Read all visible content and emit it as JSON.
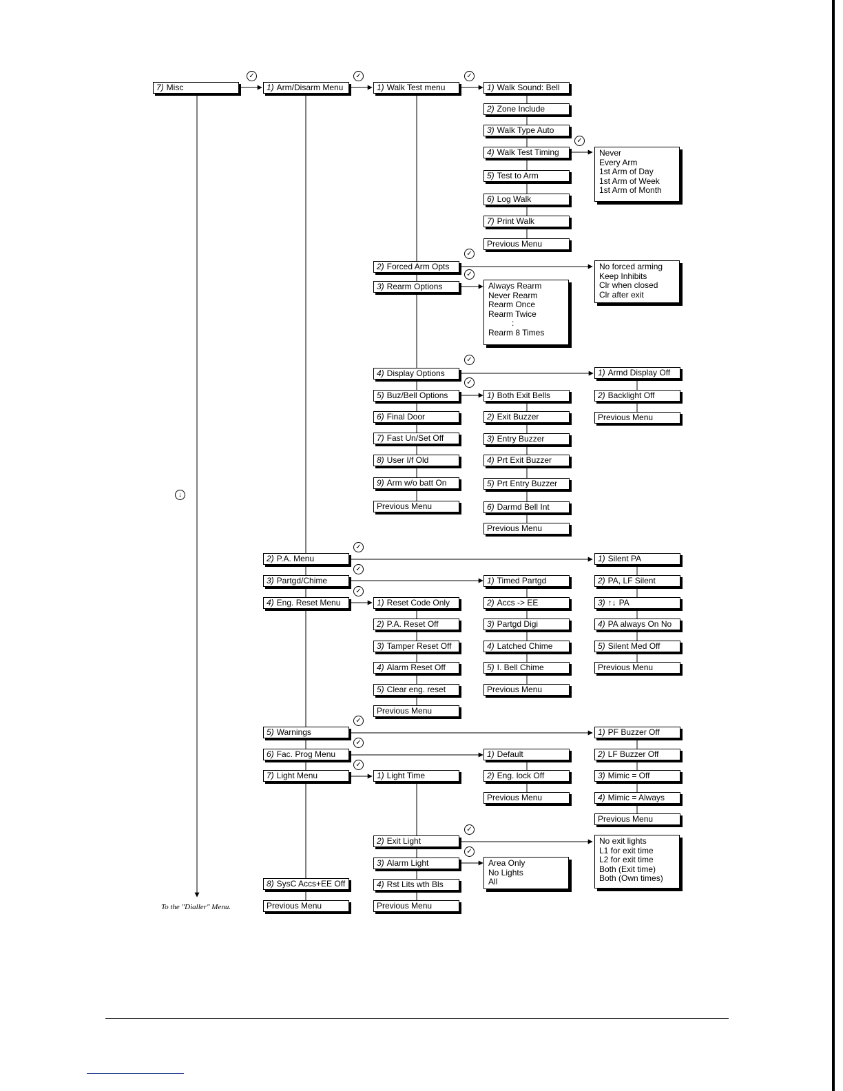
{
  "page": {
    "footer_note": "To the \"Dialler\" Menu.",
    "check_glyph": "✓",
    "down_glyph": "↓"
  },
  "boxes": {
    "misc": {
      "num": "7)",
      "text": "Misc"
    },
    "arm_disarm": {
      "num": "1)",
      "text": "Arm/Disarm Menu"
    },
    "walk_test": {
      "num": "1)",
      "text": "Walk Test menu"
    },
    "walk_sound": {
      "num": "1)",
      "text": "Walk Sound: Bell"
    },
    "zone_include": {
      "num": "2)",
      "text": "Zone Include"
    },
    "walk_type": {
      "num": "3)",
      "text": "Walk Type Auto"
    },
    "walk_timing": {
      "num": "4)",
      "text": "Walk Test Timing"
    },
    "test_to_arm": {
      "num": "5)",
      "text": "Test to Arm"
    },
    "log_walk": {
      "num": "6)",
      "text": "Log Walk"
    },
    "print_walk": {
      "num": "7)",
      "text": "Print Walk"
    },
    "walk_prev": {
      "num": "",
      "text": "Previous Menu"
    },
    "forced_arm": {
      "num": "2)",
      "text": "Forced Arm Opts"
    },
    "rearm_opts": {
      "num": "3)",
      "text": "Rearm Options"
    },
    "display_opts": {
      "num": "4)",
      "text": "Display Options"
    },
    "buz_bell": {
      "num": "5)",
      "text": "Buz/Bell Options"
    },
    "final_door": {
      "num": "6)",
      "text": "Final Door"
    },
    "fast_unset": {
      "num": "7)",
      "text": "Fast Un/Set Off"
    },
    "user_if": {
      "num": "8)",
      "text": "User I/f Old"
    },
    "arm_wo_batt": {
      "num": "9)",
      "text": "Arm w/o batt On"
    },
    "arm_prev": {
      "num": "",
      "text": "Previous Menu"
    },
    "both_exit_bells": {
      "num": "1)",
      "text": "Both Exit Bells"
    },
    "exit_buzzer": {
      "num": "2)",
      "text": "Exit Buzzer"
    },
    "entry_buzzer": {
      "num": "3)",
      "text": "Entry Buzzer"
    },
    "prt_exit_buzzer": {
      "num": "4)",
      "text": "Prt Exit Buzzer"
    },
    "prt_entry_buzzer": {
      "num": "5)",
      "text": "Prt Entry Buzzer"
    },
    "darmd_bell": {
      "num": "6)",
      "text": "Darmd Bell Int"
    },
    "buz_prev": {
      "num": "",
      "text": "Previous Menu"
    },
    "armd_display": {
      "num": "1)",
      "text": "Armd Display Off"
    },
    "backlight": {
      "num": "2)",
      "text": "Backlight Off"
    },
    "display_prev": {
      "num": "",
      "text": "Previous Menu"
    },
    "pa_menu": {
      "num": "2)",
      "text": "P.A. Menu"
    },
    "partgd_chime": {
      "num": "3)",
      "text": "Partgd/Chime"
    },
    "eng_reset": {
      "num": "4)",
      "text": "Eng. Reset Menu"
    },
    "silent_pa": {
      "num": "1)",
      "text": "Silent PA"
    },
    "pa_lf_silent": {
      "num": "2)",
      "text": "PA, LF Silent"
    },
    "pa_arrows": {
      "num": "3)",
      "text": "PA",
      "arrows": "↑↓"
    },
    "pa_always_on": {
      "num": "4)",
      "text": "PA always On No"
    },
    "silent_med": {
      "num": "5)",
      "text": "Silent Med Off"
    },
    "pa_prev": {
      "num": "",
      "text": "Previous Menu"
    },
    "timed_partgd": {
      "num": "1)",
      "text": "Timed Partgd"
    },
    "accs_ee": {
      "num": "2)",
      "text": "Accs -> EE"
    },
    "partgd_digi": {
      "num": "3)",
      "text": "Partgd Digi"
    },
    "latched_chime": {
      "num": "4)",
      "text": "Latched Chime"
    },
    "i_bell_chime": {
      "num": "5)",
      "text": "I. Bell Chime"
    },
    "chime_prev": {
      "num": "",
      "text": "Previous Menu"
    },
    "reset_code_only": {
      "num": "1)",
      "text": "Reset Code Only"
    },
    "pa_reset_off": {
      "num": "2)",
      "text": "P.A. Reset Off"
    },
    "tamper_reset_off": {
      "num": "3)",
      "text": "Tamper Reset Off"
    },
    "alarm_reset_off": {
      "num": "4)",
      "text": "Alarm Reset Off"
    },
    "clear_eng_reset": {
      "num": "5)",
      "text": "Clear eng. reset"
    },
    "reset_prev": {
      "num": "",
      "text": "Previous Menu"
    },
    "warnings": {
      "num": "5)",
      "text": "Warnings"
    },
    "fac_prog": {
      "num": "6)",
      "text": "Fac. Prog Menu"
    },
    "light_menu": {
      "num": "7)",
      "text": "Light Menu"
    },
    "pf_buzzer": {
      "num": "1)",
      "text": "PF Buzzer Off"
    },
    "lf_buzzer": {
      "num": "2)",
      "text": "LF Buzzer Off"
    },
    "mimic_off": {
      "num": "3)",
      "text": "Mimic = Off"
    },
    "mimic_always": {
      "num": "4)",
      "text": "Mimic =  Always"
    },
    "warn_prev": {
      "num": "",
      "text": "Previous Menu"
    },
    "default": {
      "num": "1)",
      "text": "Default"
    },
    "eng_lock": {
      "num": "2)",
      "text": "Eng. lock Off"
    },
    "fac_prev": {
      "num": "",
      "text": "Previous Menu"
    },
    "light_time": {
      "num": "1)",
      "text": "Light Time"
    },
    "exit_light": {
      "num": "2)",
      "text": "Exit Light"
    },
    "alarm_light": {
      "num": "3)",
      "text": "Alarm Light"
    },
    "rst_lts": {
      "num": "4)",
      "text": "Rst Lits wth Bls"
    },
    "light_prev": {
      "num": "",
      "text": "Previous Menu"
    },
    "sysc_accs": {
      "num": "8)",
      "text": "SysC Accs+EE Off"
    },
    "main_prev": {
      "num": "",
      "text": "Previous Menu"
    }
  },
  "panels": {
    "walk_timing_opts": [
      "Never",
      "Every Arm",
      "1st Arm of Day",
      "1st Arm of Week",
      "1st Arm of Month"
    ],
    "forced_arm_opts": [
      "No forced arming",
      "Keep Inhibits",
      "Clr when closed",
      "Clr after exit"
    ],
    "rearm_opts": [
      "Always Rearm",
      "Never Rearm",
      "Rearm Once",
      "Rearm Twice",
      ":",
      "Rearm 8 Times"
    ],
    "exit_light_opts": [
      "No exit lights",
      "L1 for exit time",
      "L2 for exit time",
      "Both (Exit time)",
      "Both (Own times)"
    ],
    "alarm_light_opts": [
      "Area Only",
      "No Lights",
      "All"
    ]
  }
}
